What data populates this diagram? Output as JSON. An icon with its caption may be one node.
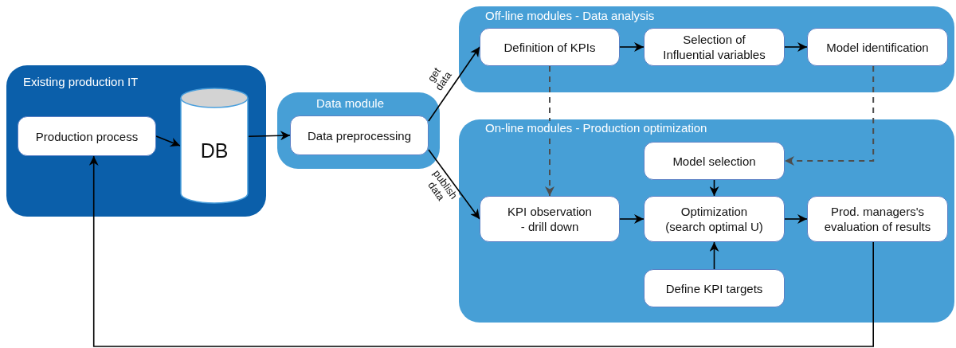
{
  "diagram": {
    "nodes": [
      {
        "text": [
          "Existing production IT"
        ]
      },
      {
        "text": [
          "Production process"
        ],
        "in": 0
      },
      {
        "text": [
          "DB"
        ],
        "in": 0
      },
      {
        "text": [
          "Data module"
        ]
      },
      {
        "text": [
          "Data preprocessing"
        ],
        "in": 3
      },
      {
        "text": [
          "Off-line modules - Data analysis"
        ]
      },
      {
        "text": [
          "Definition of KPIs"
        ],
        "in": 5
      },
      {
        "text": [
          "Selection of Influential variables"
        ],
        "in": 5
      },
      {
        "text": [
          "Model identification"
        ],
        "in": 5
      },
      {
        "text": [
          "On-line modules - Production optimization"
        ]
      },
      {
        "text": [
          "Model selection"
        ],
        "in": 9
      },
      {
        "text": [
          "KPI observation - drill down"
        ],
        "in": 9
      },
      {
        "text": [
          "Optimization (search optimal U)"
        ],
        "in": 9
      },
      {
        "text": [
          "Prod. managers's evaluation of results"
        ],
        "in": 9
      },
      {
        "text": [
          "Define KPI targets"
        ],
        "in": 9
      }
    ],
    "edges": [
      {
        "from": 1,
        "to": 2,
        "arrow": "to"
      },
      {
        "from": 2,
        "to": 4,
        "arrow": "to"
      },
      {
        "from": 4,
        "to": 6,
        "arrow": "to",
        "label": "get data"
      },
      {
        "from": 4,
        "to": 11,
        "arrow": "to",
        "label": "publish data"
      },
      {
        "from": 6,
        "to": 7,
        "arrow": "to"
      },
      {
        "from": 7,
        "to": 8,
        "arrow": "to"
      },
      {
        "from": 8,
        "to": 10,
        "arrow": "to",
        "style": "dashed",
        "color": "#4d4d4d"
      },
      {
        "from": 6,
        "to": 11,
        "arrow": "to",
        "style": "dashed",
        "color": "#4d4d4d"
      },
      {
        "from": 10,
        "to": 12,
        "arrow": "to"
      },
      {
        "from": 14,
        "to": 12,
        "arrow": "to"
      },
      {
        "from": 11,
        "to": 12,
        "arrow": "to"
      },
      {
        "from": 12,
        "to": 13,
        "arrow": "to"
      },
      {
        "from": 13,
        "to": 1,
        "arrow": "to"
      }
    ]
  }
}
